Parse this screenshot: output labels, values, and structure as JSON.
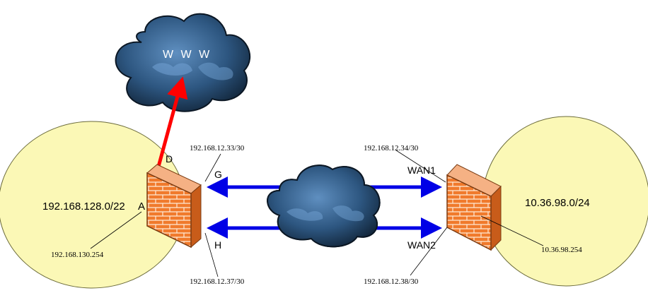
{
  "colors": {
    "lan_circle": "#fbf8b6",
    "lan_circle_stroke": "#6b6b3a",
    "internet_link": "#ff0000",
    "tunnel_links": "#0000e6",
    "firewall_brick": "#f07a2c",
    "cloud": "#2f5a84"
  },
  "icons": {
    "firewall": "brick-firewall-icon",
    "cloud": "storm-cloud-icon"
  },
  "internet_cloud": {
    "label": "W W W"
  },
  "left_site": {
    "network": "192.168.128.0/22",
    "gateway_ip": "192.168.130.254",
    "interface_lan": "A",
    "interface_wan": "D",
    "interface_g": "G",
    "interface_h": "H",
    "ip_g": "192.168.12.33/30",
    "ip_h": "192.168.12.37/30"
  },
  "right_site": {
    "network": "10.36.98.0/24",
    "gateway_ip": "10.36.98.254",
    "interface_wan1": "WAN1",
    "interface_wan2": "WAN2",
    "ip_wan1": "192.168.12.34/30",
    "ip_wan2": "192.168.12.38/30"
  }
}
